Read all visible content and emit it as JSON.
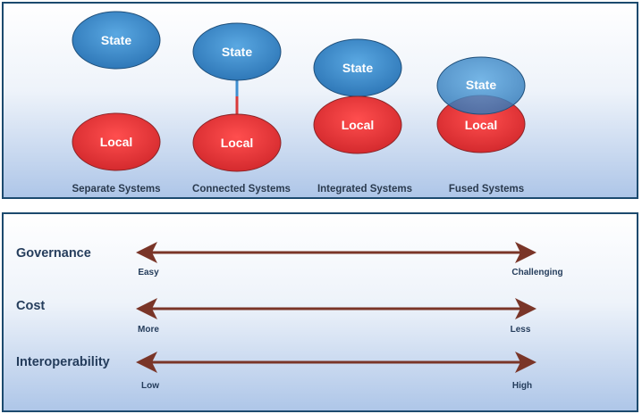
{
  "colors": {
    "state_fill": "#3f8fd0",
    "local_fill": "#e63a3e",
    "arrow": "#7a3528",
    "connector_blue": "#3f8fd0",
    "connector_red": "#d83a3a"
  },
  "systems": [
    {
      "id": "separate",
      "state_label": "State",
      "local_label": "Local",
      "caption": "Separate Systems"
    },
    {
      "id": "connected",
      "state_label": "State",
      "local_label": "Local",
      "caption": "Connected Systems"
    },
    {
      "id": "integrated",
      "state_label": "State",
      "local_label": "Local",
      "caption": "Integrated Systems"
    },
    {
      "id": "fused",
      "state_label": "State",
      "local_label": "Local",
      "caption": "Fused Systems"
    }
  ],
  "scales": [
    {
      "title": "Governance",
      "left_label": "Easy",
      "right_label": "Challenging"
    },
    {
      "title": "Cost",
      "left_label": "More",
      "right_label": "Less"
    },
    {
      "title": "Interoperability",
      "left_label": "Low",
      "right_label": "High"
    }
  ]
}
